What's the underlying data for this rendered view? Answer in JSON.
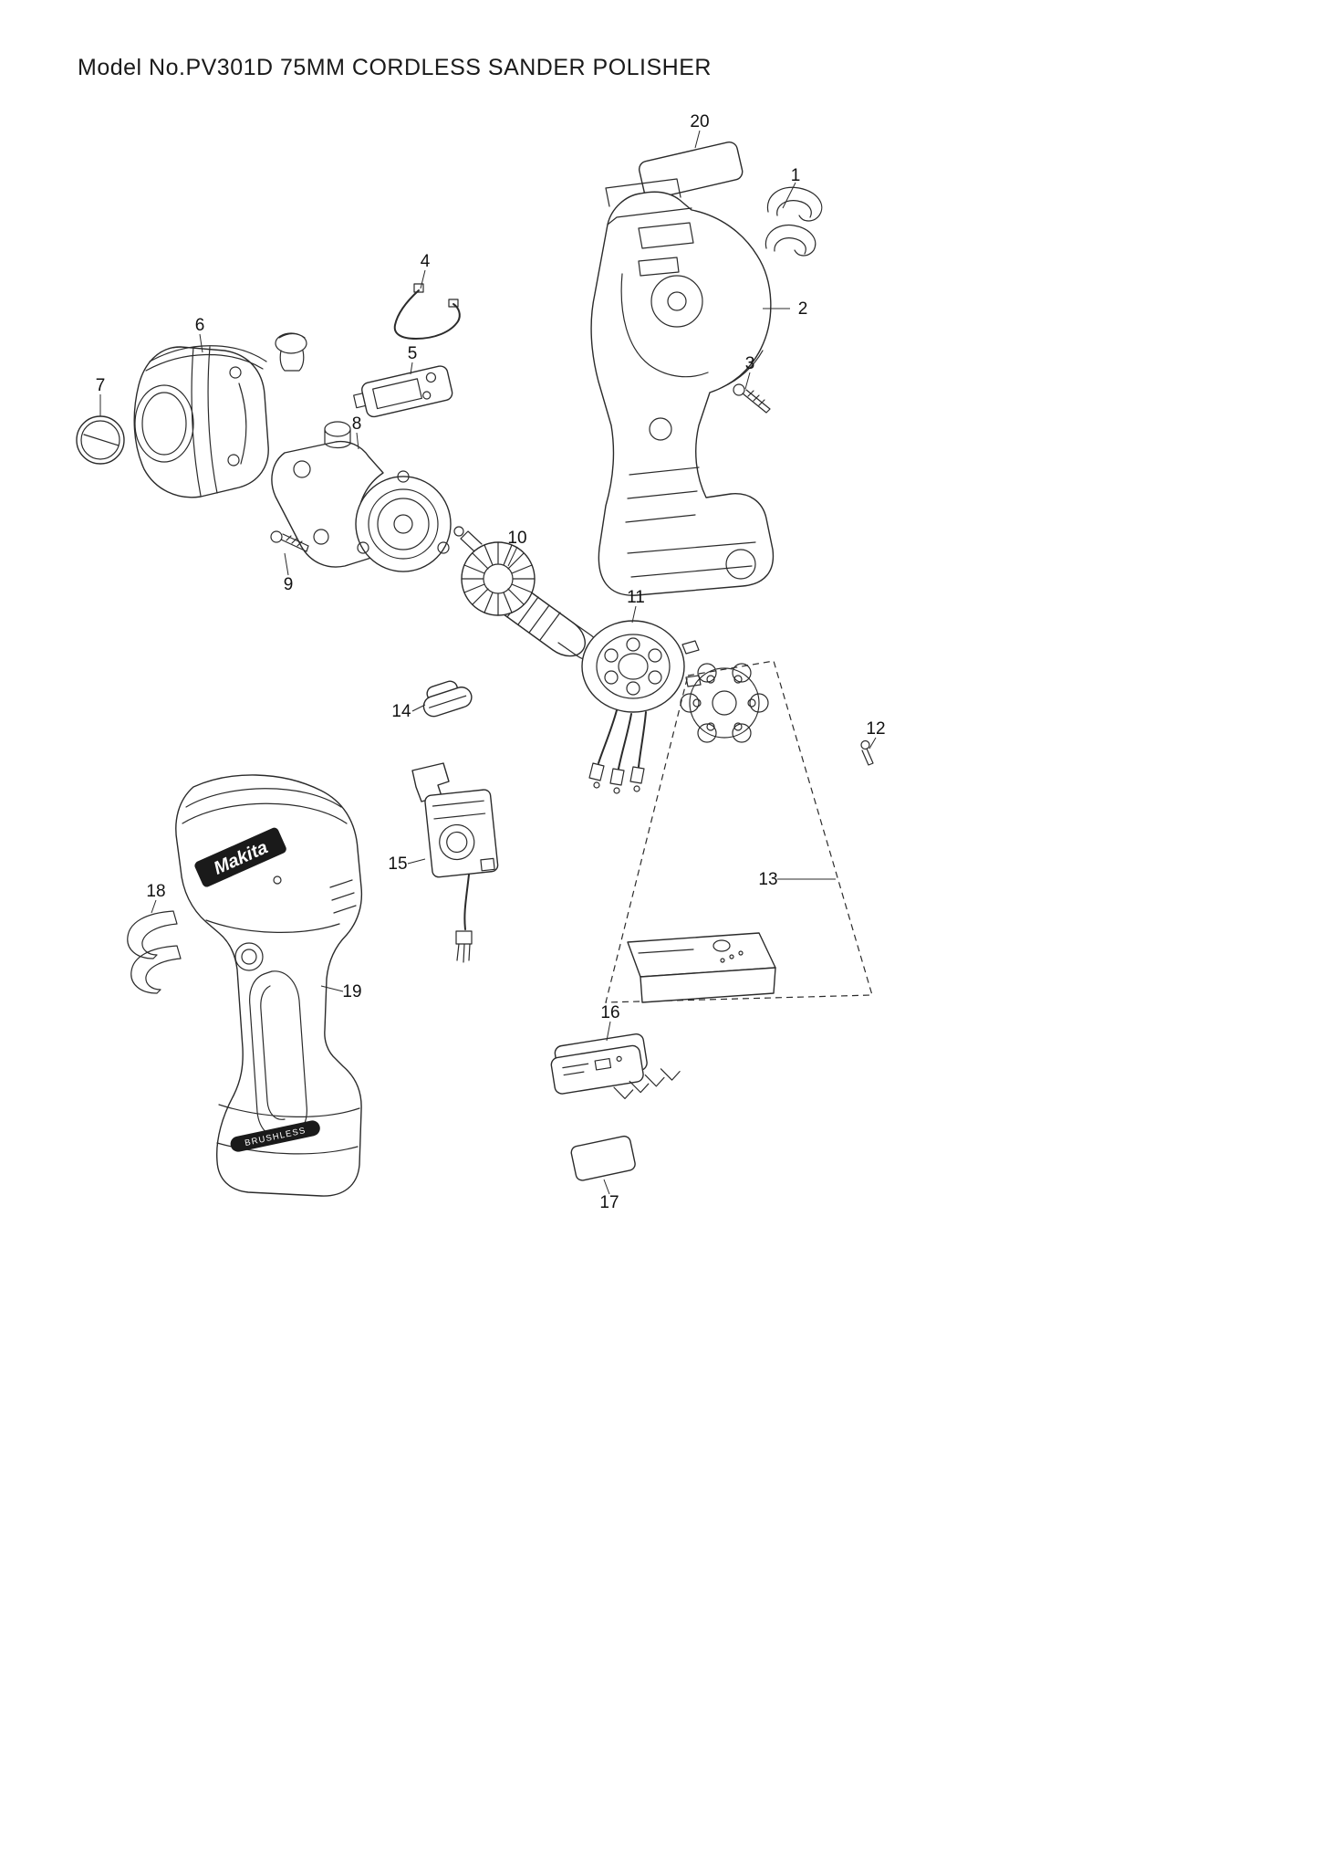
{
  "page": {
    "title": "Model No.PV301D 75MM CORDLESS SANDER POLISHER"
  },
  "diagram": {
    "brand_text": "Makita",
    "brushless_text": "BRUSHLESS",
    "callouts": [
      {
        "label": "1"
      },
      {
        "label": "2"
      },
      {
        "label": "3"
      },
      {
        "label": "4"
      },
      {
        "label": "5"
      },
      {
        "label": "6"
      },
      {
        "label": "7"
      },
      {
        "label": "8"
      },
      {
        "label": "9"
      },
      {
        "label": "10"
      },
      {
        "label": "11"
      },
      {
        "label": "12"
      },
      {
        "label": "13"
      },
      {
        "label": "14"
      },
      {
        "label": "15"
      },
      {
        "label": "16"
      },
      {
        "label": "17"
      },
      {
        "label": "18"
      },
      {
        "label": "19"
      },
      {
        "label": "20"
      }
    ]
  }
}
